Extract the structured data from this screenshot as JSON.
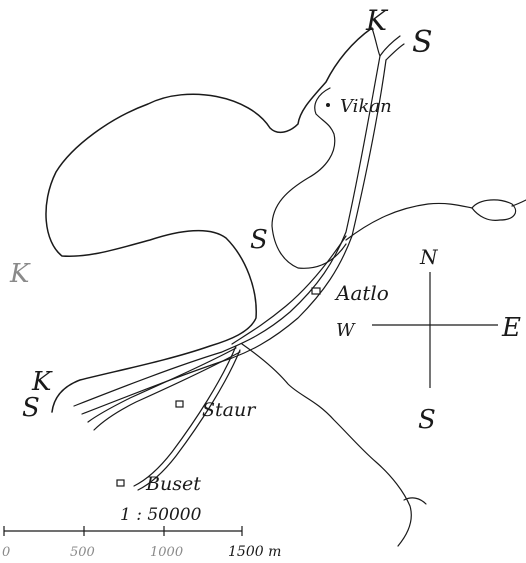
{
  "map": {
    "places": {
      "vikan": "Vikan",
      "aatlo": "Aatlo",
      "staur": "Staur",
      "buset": "Buset"
    },
    "letters": {
      "k_top": "K",
      "s_top": "S",
      "s_mid": "S",
      "k_left": "K",
      "k_low": "K",
      "s_low": "S"
    },
    "compass": {
      "north": "N",
      "south": "S",
      "east": "E",
      "west": "W"
    },
    "scale": {
      "ratio": "1 : 50000",
      "ticks": [
        "0",
        "500",
        "1000",
        "1500 m"
      ]
    }
  }
}
